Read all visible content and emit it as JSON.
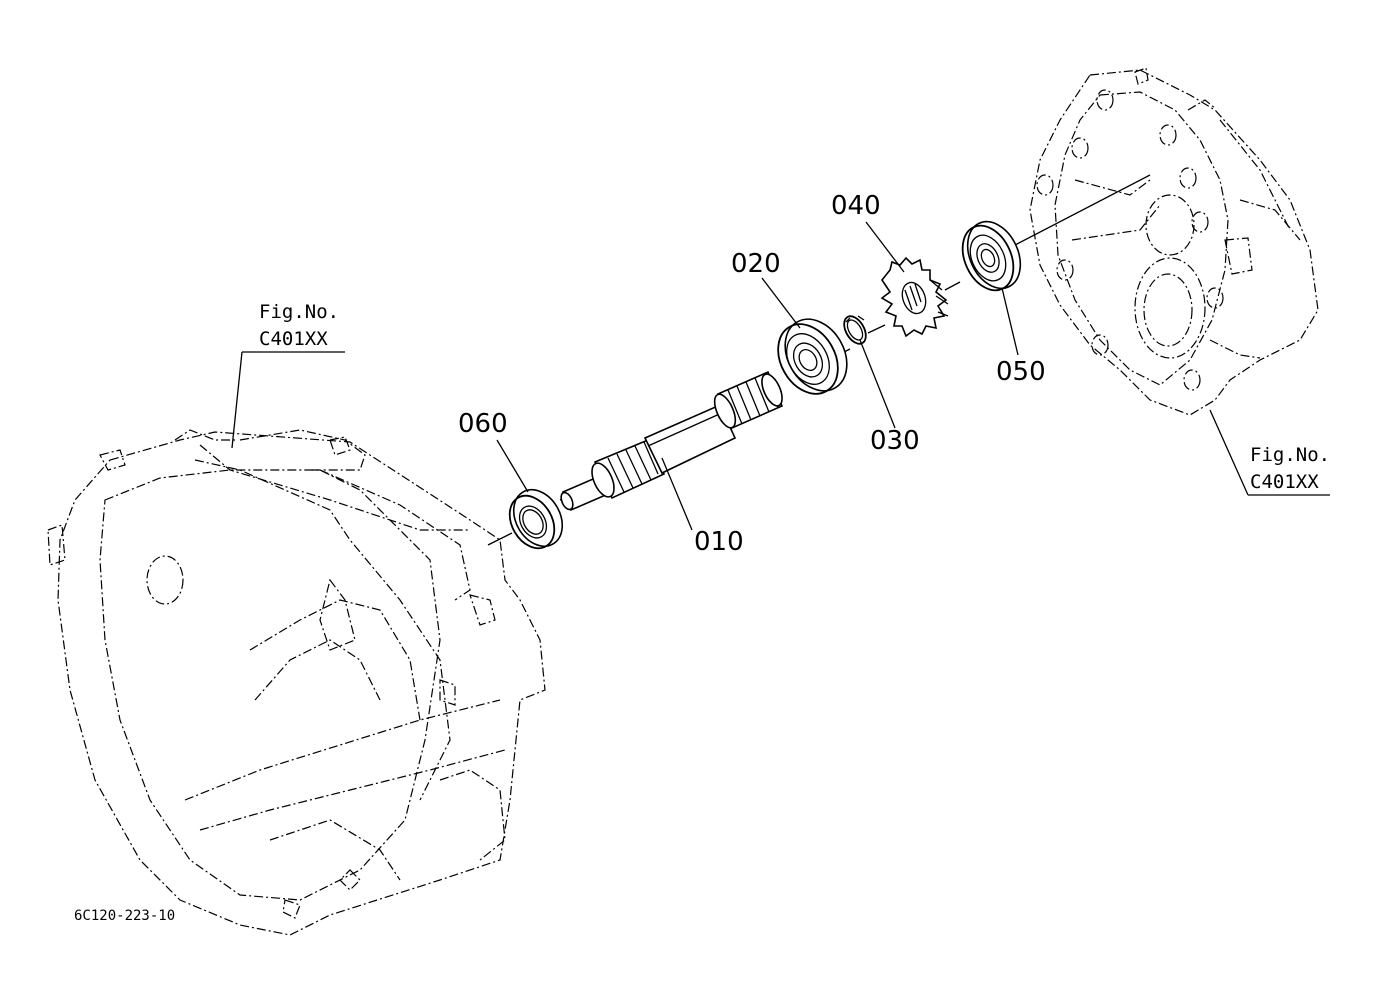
{
  "diagram": {
    "drawing_code": "6C120-223-10",
    "ref_left": {
      "line1": "Fig.No.",
      "line2": "C401XX"
    },
    "ref_right": {
      "line1": "Fig.No.",
      "line2": "C401XX"
    },
    "parts": [
      {
        "id": "010",
        "name": "shaft"
      },
      {
        "id": "020",
        "name": "ball-bearing"
      },
      {
        "id": "030",
        "name": "circlip"
      },
      {
        "id": "040",
        "name": "bevel-gear"
      },
      {
        "id": "050",
        "name": "ball-bearing"
      },
      {
        "id": "060",
        "name": "oil-seal"
      }
    ]
  }
}
